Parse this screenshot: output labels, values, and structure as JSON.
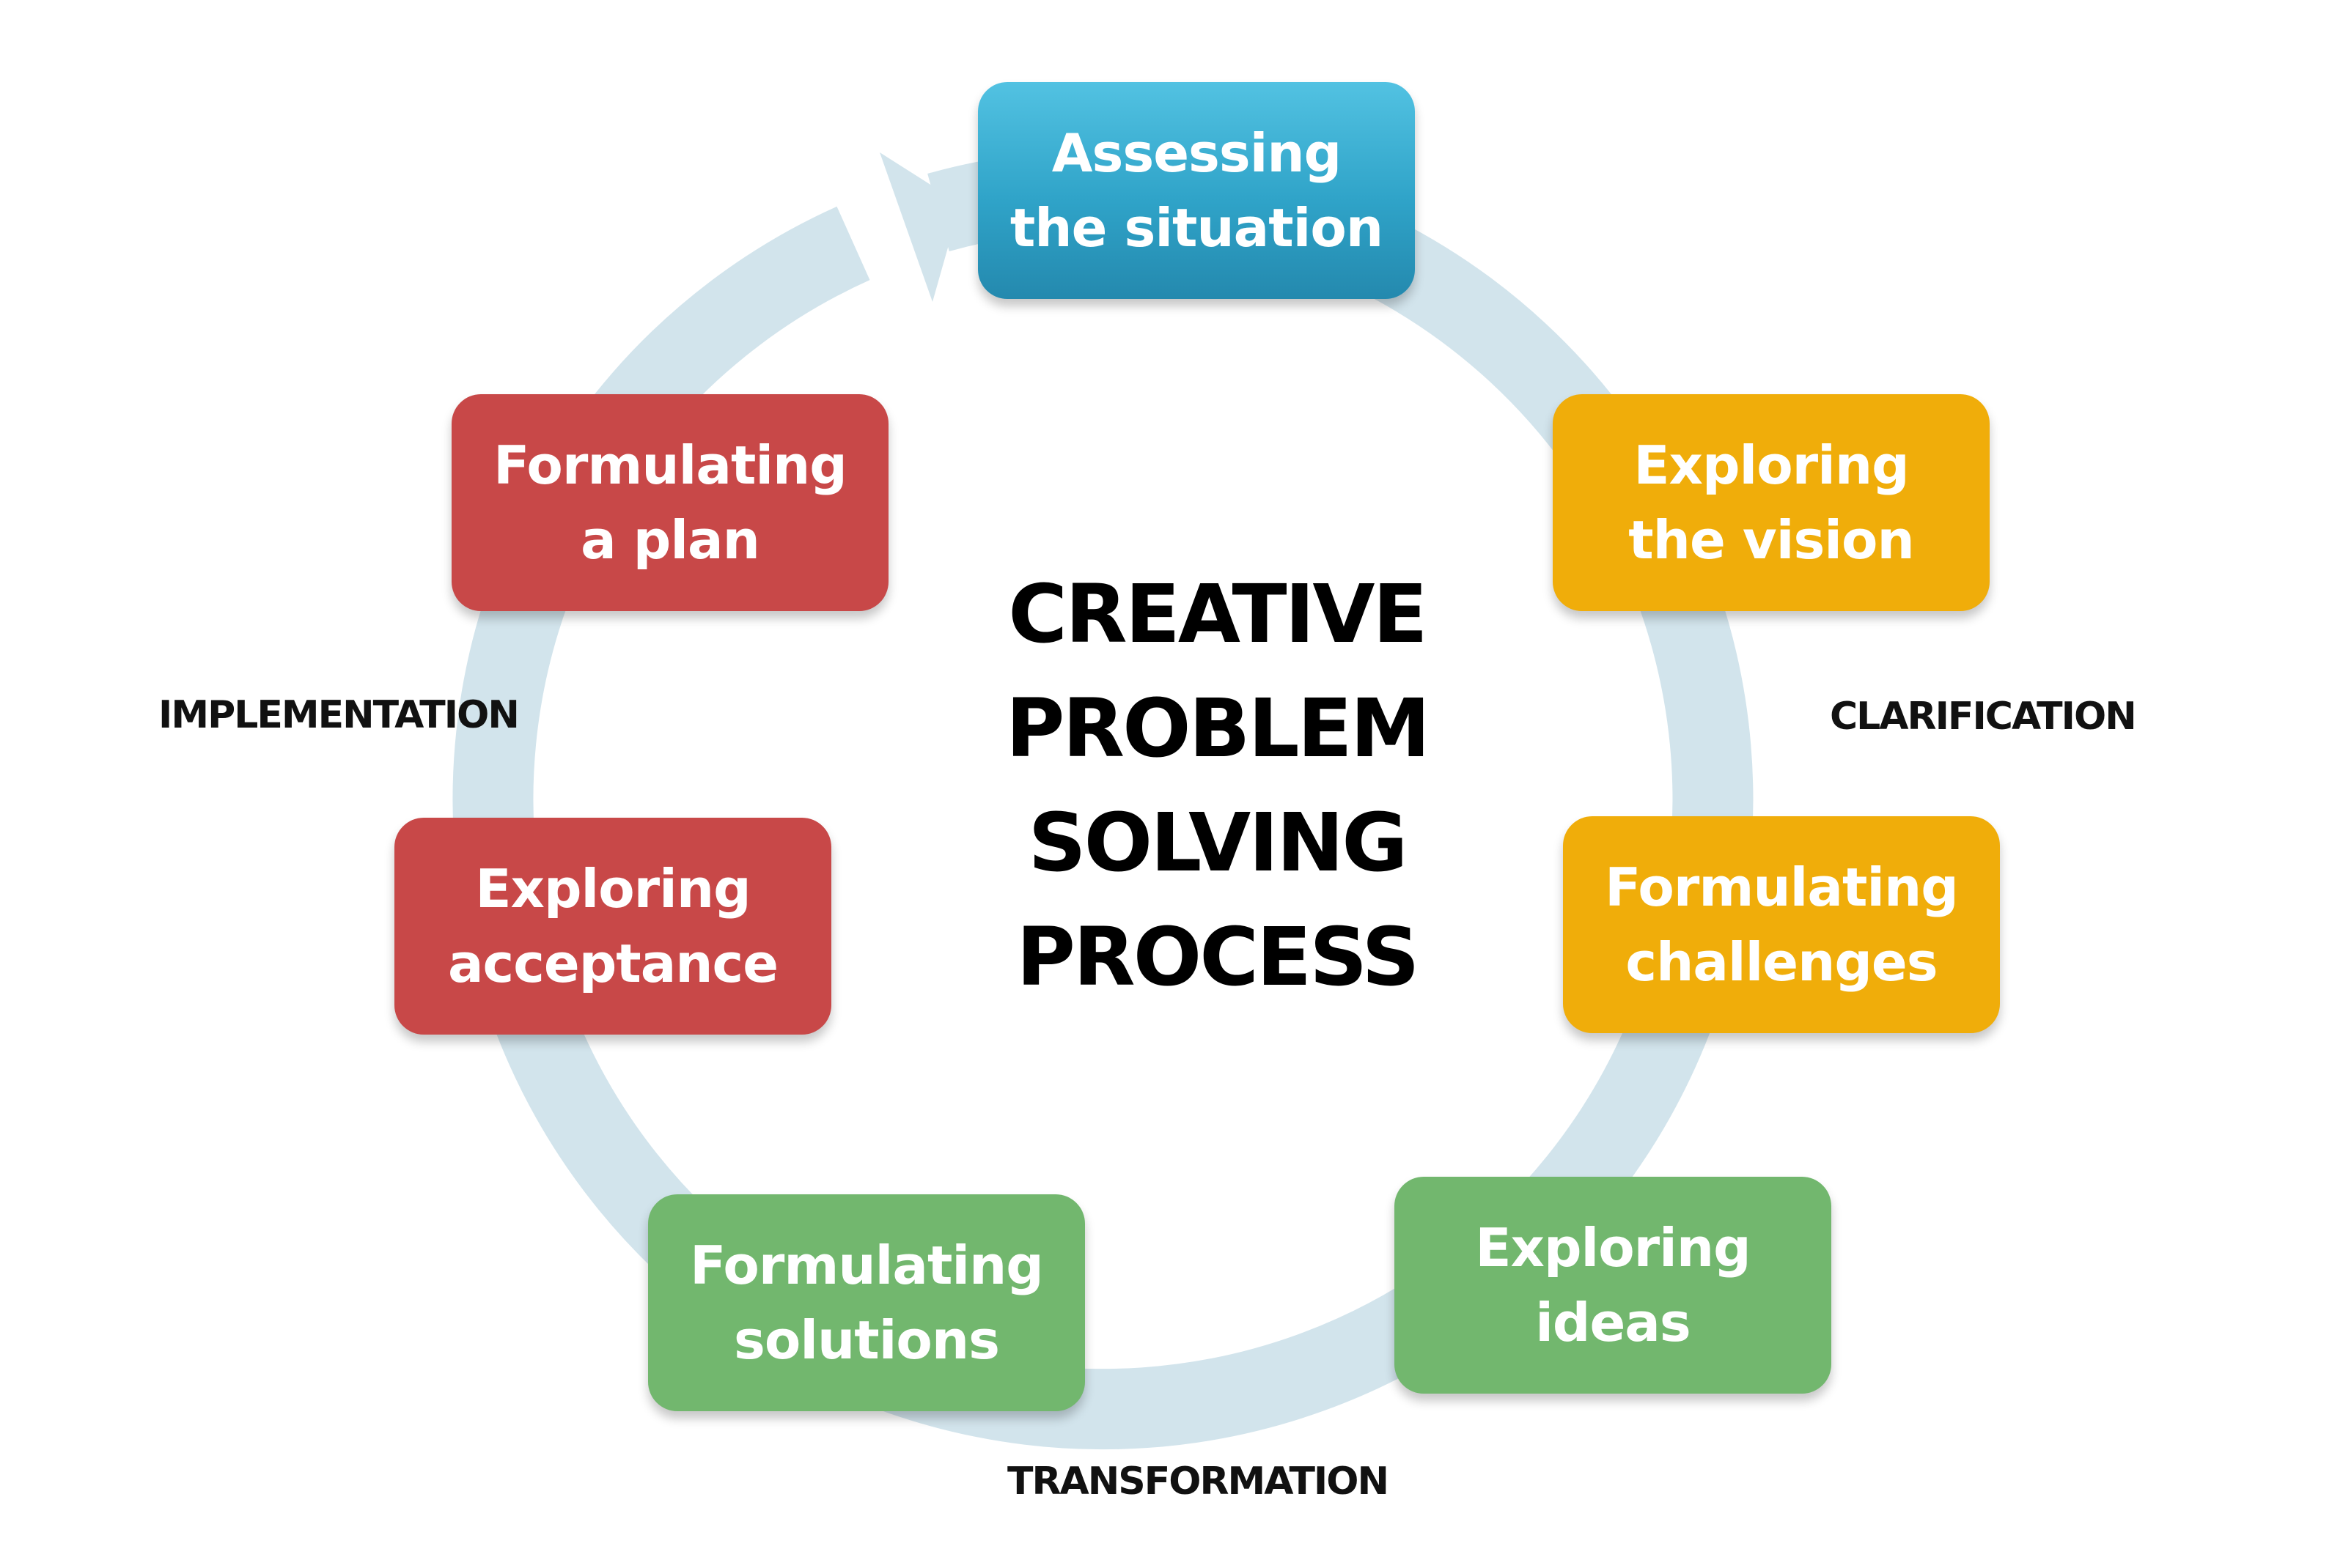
{
  "diagram": {
    "title_lines": [
      "CREATIVE",
      "PROBLEM",
      "SOLVING",
      "PROCESS"
    ],
    "phases": {
      "clarification": "CLARIFICATION",
      "transformation": "TRANSFORMATION",
      "implementation": "IMPLEMENTATION"
    },
    "steps": [
      {
        "label": "Assessing\nthe situation",
        "color": "#3aa9cf"
      },
      {
        "label": "Exploring\nthe vision",
        "color": "#f0ad0a"
      },
      {
        "label": "Formulating\nchallenges",
        "color": "#f0ad0a"
      },
      {
        "label": "Exploring\nideas",
        "color": "#72b76e"
      },
      {
        "label": "Formulating\nsolutions",
        "color": "#72b76e"
      },
      {
        "label": "Exploring\nacceptance",
        "color": "#c84848"
      },
      {
        "label": "Formulating\na plan",
        "color": "#c84848"
      }
    ],
    "colors": {
      "cycle_arrow": "#d2e4ec",
      "text": "#000000"
    }
  }
}
